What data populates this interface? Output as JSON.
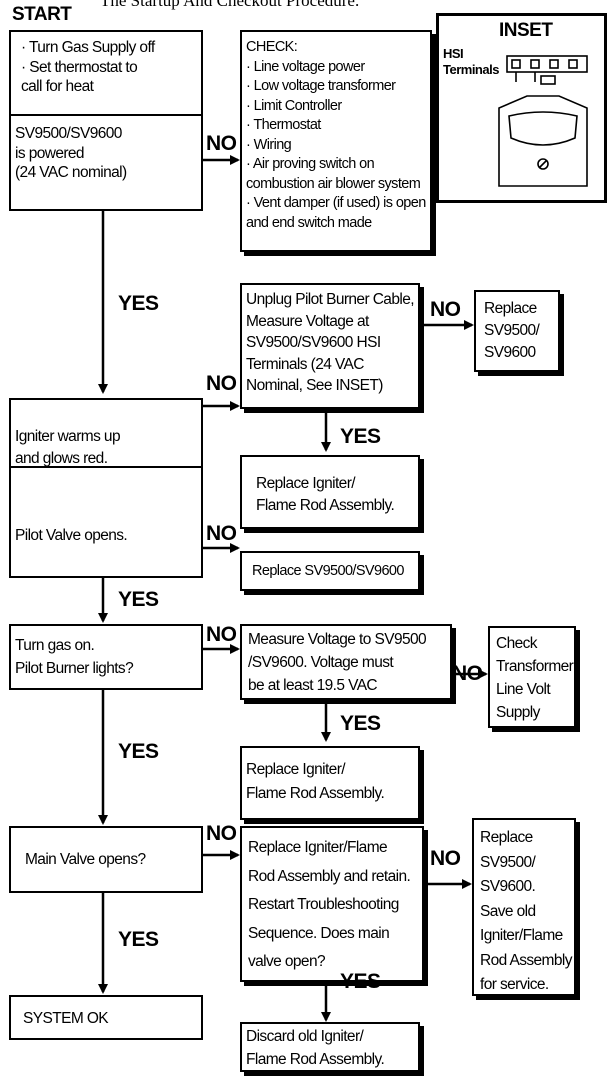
{
  "title": "The Startup And Checkout Procedure.",
  "start_label": "START",
  "inset": {
    "title": "INSET",
    "terminals_label": [
      "HSI",
      "Terminals"
    ]
  },
  "steps": {
    "start": [
      "· Turn Gas Supply off",
      "· Set thermostat to",
      "call for heat"
    ],
    "powered": [
      "SV9500/SV9600",
      "is powered",
      "(24 VAC nominal)"
    ],
    "check": [
      "CHECK:",
      "· Line voltage power",
      "· Low voltage transformer",
      "· Limit Controller",
      "· Thermostat",
      "· Wiring",
      "· Air proving switch on",
      "combustion air blower system",
      "· Vent damper (if used) is open",
      "and end switch made"
    ],
    "igniter_warms": [
      "Igniter warms up",
      "and glows red."
    ],
    "unplug": [
      "Unplug Pilot Burner Cable,",
      "Measure Voltage at",
      "SV9500/SV9600 HSI",
      "Terminals (24 VAC",
      "Nominal, See INSET)"
    ],
    "replace_sv_1": [
      "Replace",
      "SV9500/",
      "SV9600"
    ],
    "replace_igniter_1": [
      "Replace Igniter/",
      "Flame Rod Assembly."
    ],
    "pilot_valve": [
      "Pilot Valve opens."
    ],
    "replace_sv_2": [
      "Replace SV9500/SV9600"
    ],
    "turn_gas": [
      "Turn gas on.",
      "Pilot Burner lights?"
    ],
    "measure_voltage": [
      "Measure Voltage to SV9500",
      "/SV9600. Voltage must",
      "be at least 19.5 VAC"
    ],
    "check_transformer": [
      "Check",
      "Transformer",
      "Line Volt",
      "Supply"
    ],
    "replace_igniter_2": [
      "Replace Igniter/",
      "Flame Rod Assembly."
    ],
    "main_valve": [
      "Main Valve opens?"
    ],
    "replace_retain": [
      "Replace Igniter/Flame",
      "Rod Assembly and retain.",
      "Restart Troubleshooting",
      "Sequence. Does main",
      "valve open?"
    ],
    "replace_save": [
      "Replace",
      "SV9500/",
      "SV9600.",
      "Save old",
      "Igniter/Flame",
      "Rod Assembly",
      "for service."
    ],
    "system_ok": [
      "SYSTEM OK"
    ],
    "discard": [
      "Discard old Igniter/",
      "Flame Rod Assembly."
    ]
  },
  "labels": {
    "yes": "YES",
    "no": "NO"
  }
}
